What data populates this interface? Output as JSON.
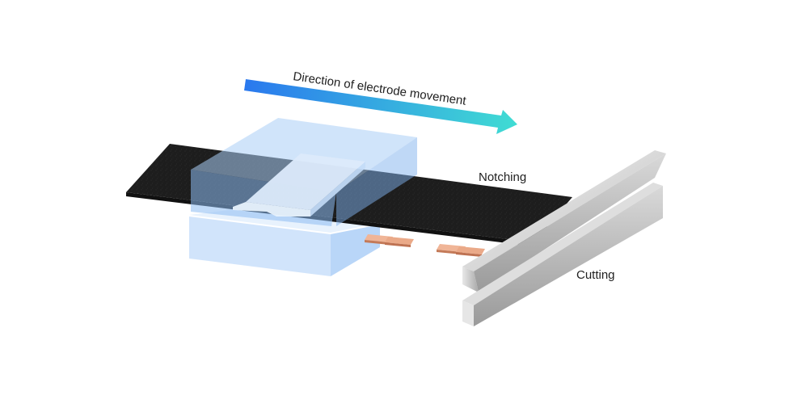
{
  "labels": {
    "direction": "Direction of electrode movement",
    "notching": "Notching",
    "cutting": "Cutting"
  },
  "colors": {
    "arrow_start": "#2c7ef0",
    "arrow_end": "#3fd9d2",
    "electrode": "#1c1c1c",
    "notch_box": "#9fc7f5",
    "tab": "#e3a07f",
    "blade": "#c9c9c9"
  },
  "icons": {
    "arrow": "arrow-right-icon",
    "electrode": "electrode-sheet",
    "blade": "cutting-blade"
  }
}
